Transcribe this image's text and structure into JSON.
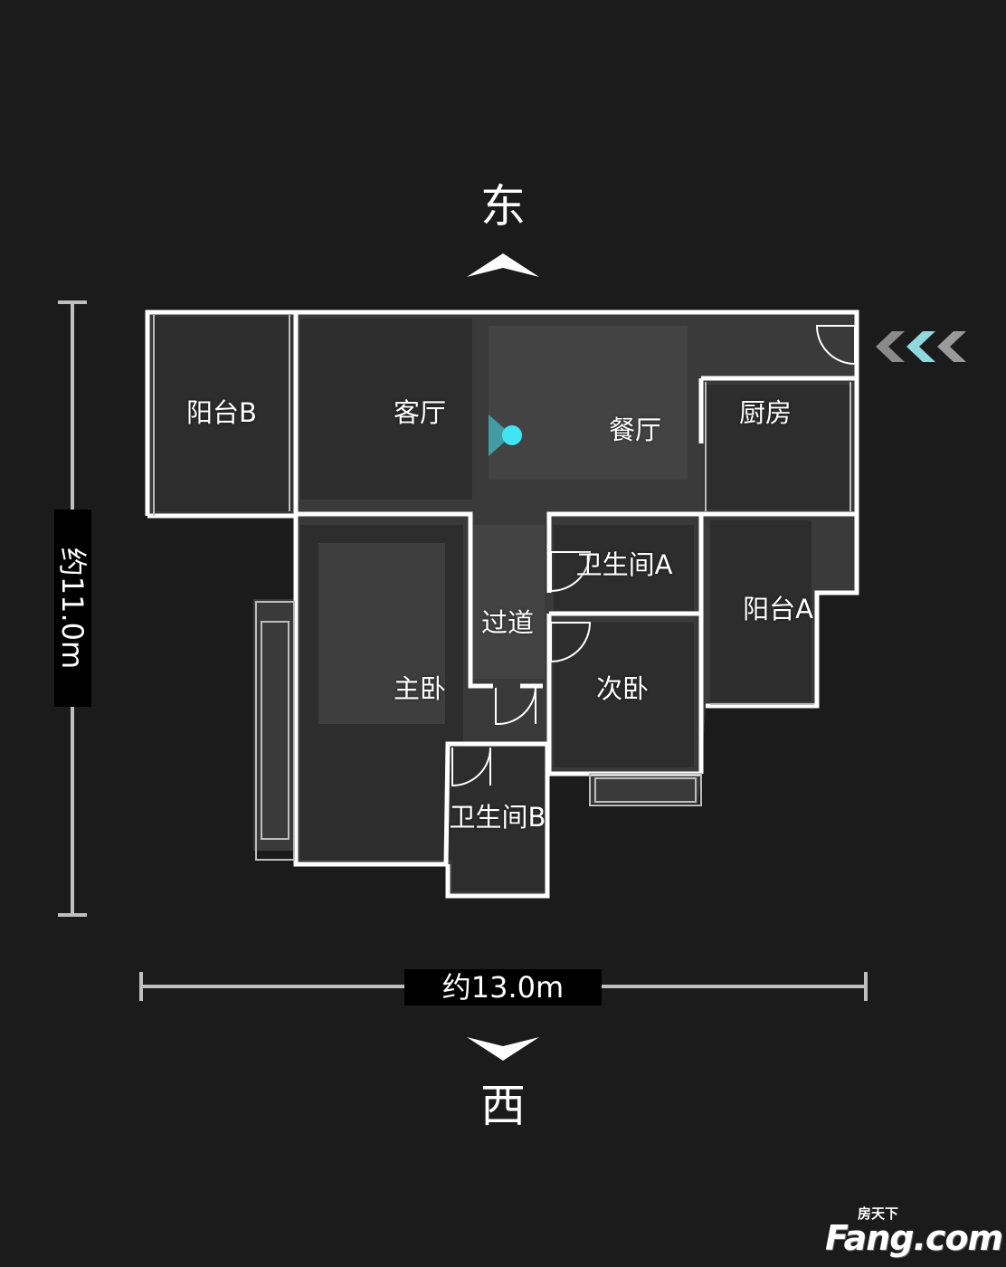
{
  "compass": {
    "top": "东",
    "bottom": "西"
  },
  "rooms": {
    "balcony_b": "阳台B",
    "living_room": "客厅",
    "dining_room": "餐厅",
    "kitchen": "厨房",
    "bathroom_a": "卫生间A",
    "balcony_a": "阳台A",
    "hallway": "过道",
    "master_bedroom": "主卧",
    "second_bedroom": "次卧",
    "bathroom_b": "卫生间B"
  },
  "dimensions": {
    "height": "约11.0m",
    "width": "约13.0m"
  },
  "colors": {
    "background": "#1b1b1b",
    "wall": "#ffffff",
    "floor": "#3a3a3a",
    "position_marker": "#3fe6f2"
  },
  "icons": {
    "entrance_indicator": "triple-chevron-left-icon",
    "position_marker": "camera-position-icon"
  },
  "watermark": {
    "brand": "Fang.com",
    "brand_cn": "房天下"
  }
}
